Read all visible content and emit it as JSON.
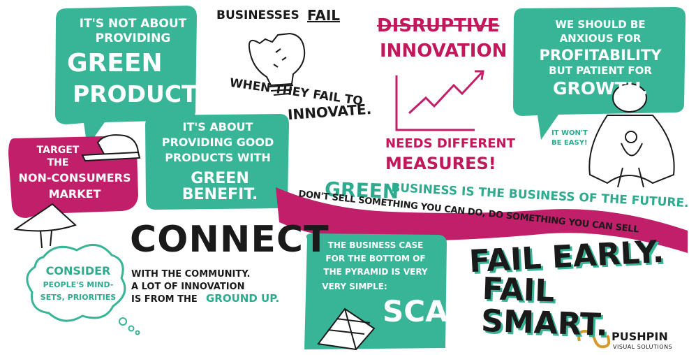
{
  "colors": {
    "green": "#37b596",
    "magenta": "#c11f6a",
    "ink": "#1a1a1a",
    "gold": "#d39b2a"
  },
  "bubble_green_products": {
    "line1": "It's not about",
    "line2": "providing",
    "line3": "Green",
    "line4": "Products"
  },
  "bubble_good_products": {
    "line1": "It's about",
    "line2": "providing good",
    "line3": "products with",
    "line4": "Green benefit."
  },
  "businesses_fail": {
    "line1": "Businesses",
    "line1b": "fail",
    "line2": "when they fail to",
    "line3": "innovate."
  },
  "disruptive": {
    "title_struck": "Disruptive",
    "title": "Innovation",
    "caption1": "needs different",
    "caption2": "measures!"
  },
  "profitability": {
    "line1": "We should be",
    "line2": "anxious for",
    "line3": "Profitability",
    "line4": "but patient for",
    "line5": "Growth."
  },
  "sumo": {
    "note1": "It won't",
    "note2": "be easy!"
  },
  "target": {
    "line1": "Target",
    "line2": "the",
    "line3": "Non-consumers",
    "line4": "market"
  },
  "ribbon": {
    "top_green": "Green",
    "top_rest": "business is the business of the future.",
    "bottom": "Don't sell something you can do, do something you can sell"
  },
  "connect": {
    "title": "Connect",
    "line1": "with the community.",
    "line2": "A lot of innovation",
    "line3a": "is from the",
    "line3b": "ground up."
  },
  "consider": {
    "line1": "Consider",
    "line2": "people's mind-",
    "line3": "sets, priorities"
  },
  "pyramid": {
    "line1": "The business case",
    "line2": "for the bottom of",
    "line3": "the pyramid is very",
    "line4": "very simple:",
    "scale": "Scale"
  },
  "fail_early": {
    "line1": "Fail Early.",
    "line2": "Fail Smart."
  },
  "logo": {
    "name": "PUSHPIN",
    "tagline": "VISUAL SOLUTIONS"
  }
}
